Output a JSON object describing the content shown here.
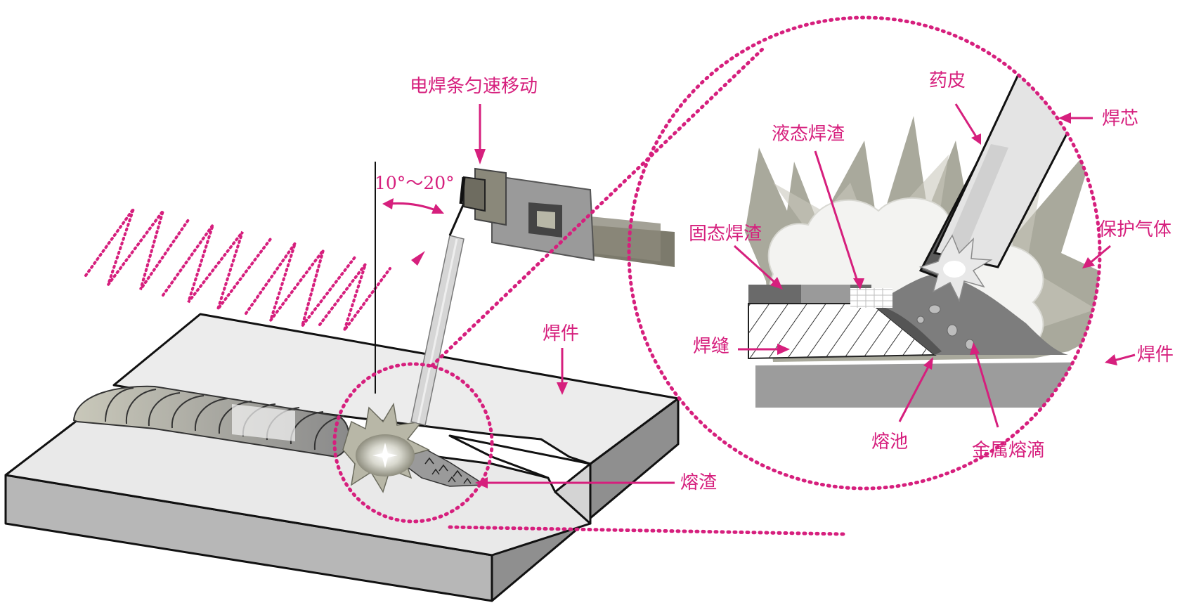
{
  "colors": {
    "label": "#d61f7d",
    "workpiece_top": "#ececec",
    "workpiece_front": "#b7b7b7",
    "workpiece_side": "#8f8f8f",
    "electrode": "#d6d6d6",
    "coating": "#555555",
    "pool": "#7d7d7d",
    "smoke": "#f2f2f0",
    "spark": "#9d9c8e",
    "outline": "#111111"
  },
  "labels": {
    "move": "电焊条匀速移动",
    "angle": "10°～20°",
    "workpiece_left": "焊件",
    "slag_left": "熔渣",
    "coating": "药皮",
    "core": "焊芯",
    "liquid_slag": "液态焊渣",
    "solid_slag": "固态焊渣",
    "shield_gas": "保护气体",
    "weld_seam": "焊缝",
    "workpiece_right": "焊件",
    "molten_pool": "熔池",
    "metal_droplet": "金属熔滴"
  }
}
